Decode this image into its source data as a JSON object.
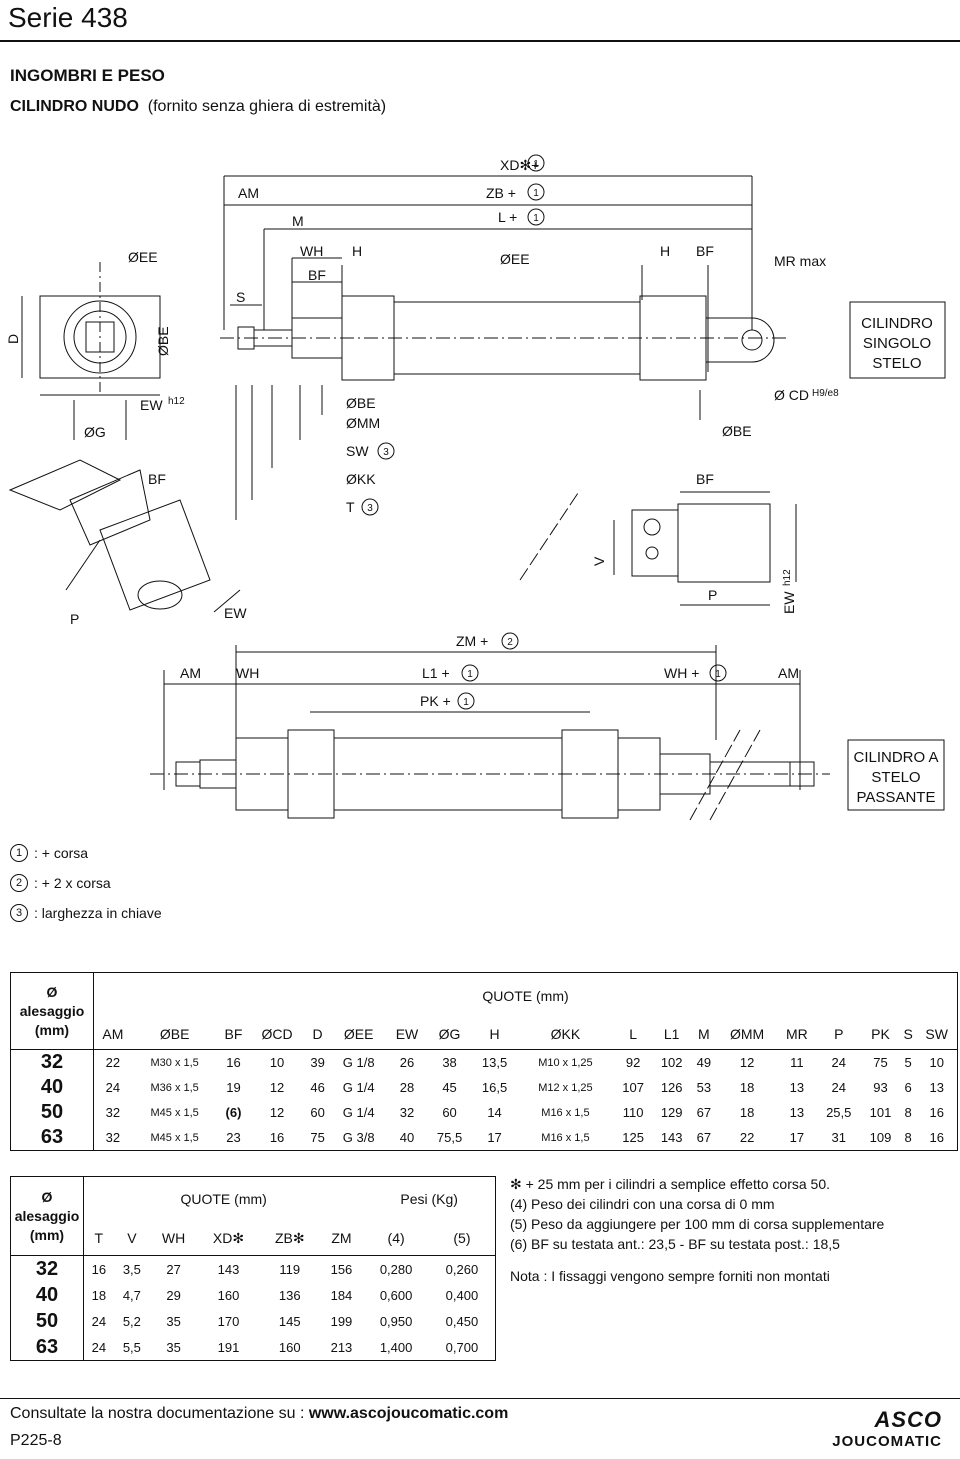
{
  "header": {
    "title": "Serie 438"
  },
  "section": {
    "title": "INGOMBRI E PESO",
    "subtitle_bold": "CILINDRO NUDO",
    "subtitle_rest": "(fornito  senza  ghiera  di estremità)"
  },
  "drawing_labels": {
    "xd": "XD✻+",
    "zb": "ZB +",
    "l": "L +",
    "am": "AM",
    "m": "M",
    "ee": "ØEE",
    "wh": "WH",
    "h": "H",
    "bf": "BF",
    "s": "S",
    "mr": "MR max",
    "d": "D",
    "be": "ØBE",
    "ew": "EW",
    "h12": "h12",
    "g": "ØG",
    "mm": "ØMM",
    "sw": "SW",
    "kk": "ØKK",
    "t": "T",
    "cd": "Ø CD",
    "h9e8": "H9/e8",
    "v": "V",
    "p": "P",
    "zm": "ZM +",
    "l1": "L1 +",
    "pk": "PK +",
    "whp": "WH +",
    "box1": [
      "CILINDRO",
      "SINGOLO",
      "STELO"
    ],
    "box2": [
      "CILINDRO  A",
      "STELO",
      "PASSANTE"
    ],
    "n1": "1",
    "n2": "2",
    "n3": "3"
  },
  "legend": [
    {
      "num": "1",
      "text": ": + corsa"
    },
    {
      "num": "2",
      "text": ": + 2 x corsa"
    },
    {
      "num": "3",
      "text": ":  larghezza in chiave"
    }
  ],
  "table1": {
    "bore_head": [
      "Ø",
      "alesaggio",
      "(mm)"
    ],
    "group": "QUOTE  (mm)",
    "columns": [
      "AM",
      "ØBE",
      "BF",
      "ØCD",
      "D",
      "ØEE",
      "EW",
      "ØG",
      "H",
      "ØKK",
      "L",
      "L1",
      "M",
      "ØMM",
      "MR",
      "P",
      "PK",
      "S",
      "SW"
    ],
    "rows": [
      {
        "bore": "32",
        "v": [
          "22",
          "M30 x 1,5",
          "16",
          "10",
          "39",
          "G 1/8",
          "26",
          "38",
          "13,5",
          "M10 x 1,25",
          "92",
          "102",
          "49",
          "12",
          "11",
          "24",
          "75",
          "5",
          "10"
        ]
      },
      {
        "bore": "40",
        "v": [
          "24",
          "M36 x 1,5",
          "19",
          "12",
          "46",
          "G 1/4",
          "28",
          "45",
          "16,5",
          "M12 x 1,25",
          "107",
          "126",
          "53",
          "18",
          "13",
          "24",
          "93",
          "6",
          "13"
        ]
      },
      {
        "bore": "50",
        "v": [
          "32",
          "M45 x 1,5",
          "(6)",
          "12",
          "60",
          "G 1/4",
          "32",
          "60",
          "14",
          "M16 x 1,5",
          "110",
          "129",
          "67",
          "18",
          "13",
          "25,5",
          "101",
          "8",
          "16"
        ]
      },
      {
        "bore": "63",
        "v": [
          "32",
          "M45 x 1,5",
          "23",
          "16",
          "75",
          "G 3/8",
          "40",
          "75,5",
          "17",
          "M16 x 1,5",
          "125",
          "143",
          "67",
          "22",
          "17",
          "31",
          "109",
          "8",
          "16"
        ]
      }
    ]
  },
  "table2": {
    "bore_head": [
      "Ø",
      "alesaggio",
      "(mm)"
    ],
    "group1": "QUOTE  (mm)",
    "group2": "Pesi  (Kg)",
    "columns": [
      "T",
      "V",
      "WH",
      "XD✻",
      "ZB✻",
      "ZM",
      "(4)",
      "(5)"
    ],
    "rows": [
      {
        "bore": "32",
        "v": [
          "16",
          "3,5",
          "27",
          "143",
          "119",
          "156",
          "0,280",
          "0,260"
        ]
      },
      {
        "bore": "40",
        "v": [
          "18",
          "4,7",
          "29",
          "160",
          "136",
          "184",
          "0,600",
          "0,400"
        ]
      },
      {
        "bore": "50",
        "v": [
          "24",
          "5,2",
          "35",
          "170",
          "145",
          "199",
          "0,950",
          "0,450"
        ]
      },
      {
        "bore": "63",
        "v": [
          "24",
          "5,5",
          "35",
          "191",
          "160",
          "213",
          "1,400",
          "0,700"
        ]
      }
    ]
  },
  "notes": [
    "✻ + 25 mm per i cilindri a semplice effetto corsa 50.",
    "(4) Peso dei cilindri con una corsa di 0 mm",
    "(5) Peso da aggiungere per 100 mm di corsa supplementare",
    "(6) BF su testata ant.: 23,5  -  BF su testata post.: 18,5"
  ],
  "nota": "Nota : I fissaggi vengono sempre forniti non montati",
  "footer": {
    "text": "Consultate la nostra documentazione su  :  ",
    "link": "www.ascojoucomatic.com",
    "page": "P225-8"
  },
  "logo": {
    "asco": "ASCO",
    "jouco": "JOUCOMATIC"
  }
}
